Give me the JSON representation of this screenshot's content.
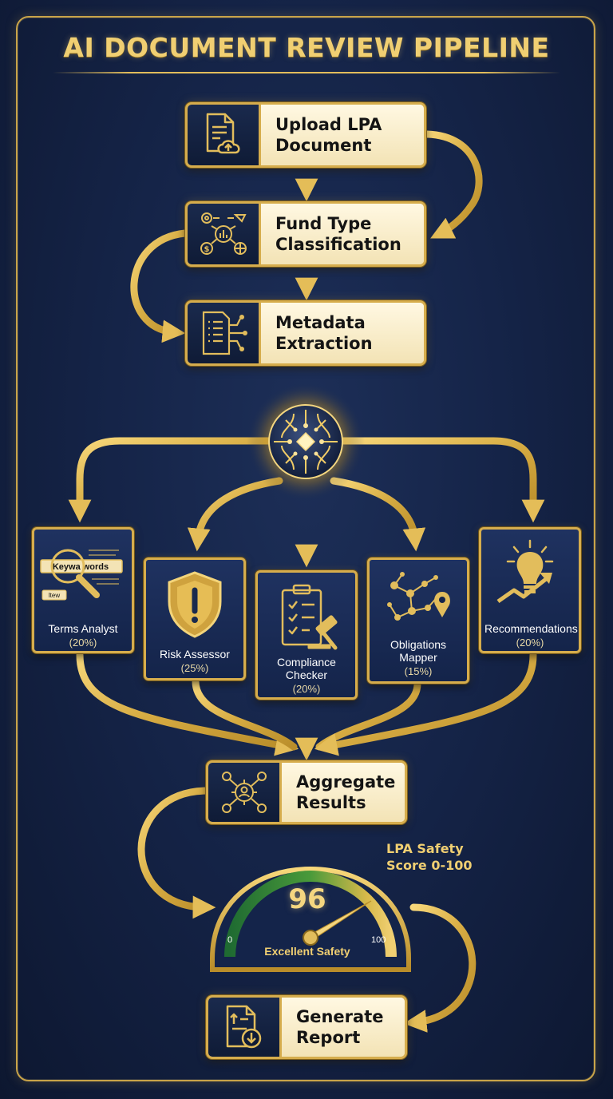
{
  "title": "AI DOCUMENT REVIEW PIPELINE",
  "colors": {
    "gold": "#d6ad4d",
    "navy": "#14244a",
    "background": "#152448",
    "gauge_green": "#2e8a3a",
    "label_bg": "#f7ecc9"
  },
  "steps": {
    "upload": {
      "label": "Upload LPA\nDocument",
      "icon": "upload-document-icon"
    },
    "classify": {
      "label": "Fund Type\nClassification",
      "icon": "classification-icons"
    },
    "metadata": {
      "label": "Metadata\nExtraction",
      "icon": "metadata-circuit-icon"
    },
    "aggregate": {
      "label": "Aggregate\nResults",
      "icon": "aggregate-icon"
    },
    "report": {
      "label": "Generate\nReport",
      "icon": "report-download-icon"
    }
  },
  "core_icon": "ai-brain-orb-icon",
  "agents": [
    {
      "name": "Terms Analyst",
      "weight": "(20%)",
      "icon": "magnifier-keywords-icon",
      "keywords": {
        "k1": "Keywa",
        "k2": "words",
        "k3": "ltew"
      }
    },
    {
      "name": "Risk Assessor",
      "weight": "(25%)",
      "icon": "warning-shield-icon"
    },
    {
      "name": "Compliance\nChecker",
      "weight": "(20%)",
      "icon": "clipboard-gavel-icon"
    },
    {
      "name": "Obligations\nMapper",
      "weight": "(15%)",
      "icon": "network-pin-icon"
    },
    {
      "name": "Recommendations",
      "weight": "(20%)",
      "icon": "lightbulb-growth-icon"
    }
  ],
  "gauge": {
    "note": "LPA Safety\nScore 0-100",
    "score": "96",
    "min": "0",
    "max": "100",
    "caption": "Excellent Safety",
    "value_fraction": 0.96
  }
}
